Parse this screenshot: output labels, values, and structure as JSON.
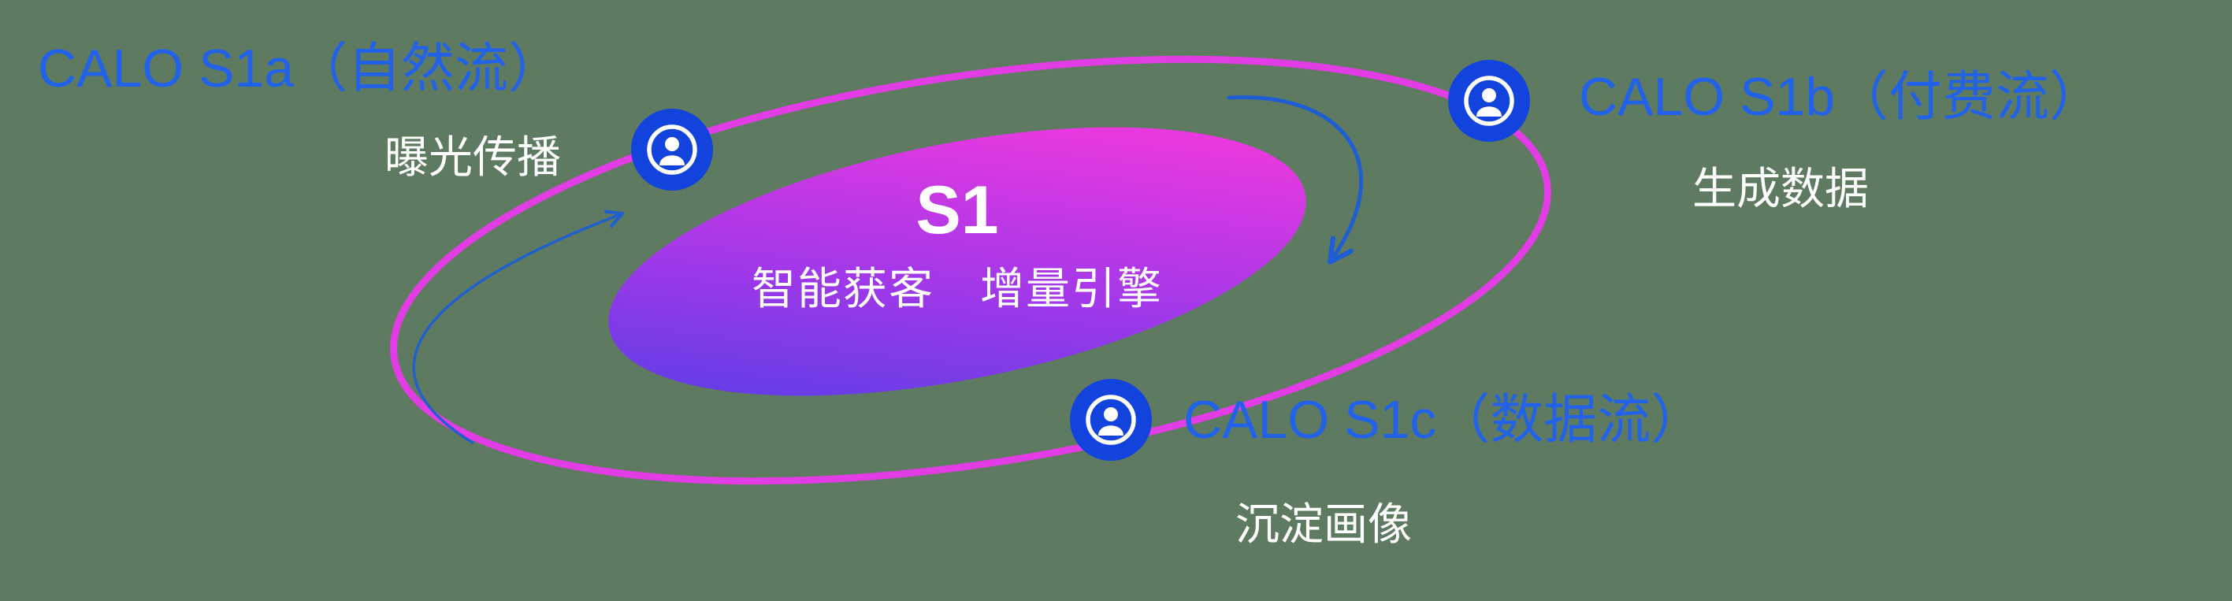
{
  "diagram": {
    "center": {
      "title": "S1",
      "subtitle": "智能获客　增量引擎"
    },
    "nodes": [
      {
        "id": "s1a",
        "label": "CALO S1a（自然流）",
        "sublabel": "曝光传播",
        "icon": "user-circle-icon"
      },
      {
        "id": "s1b",
        "label": "CALO S1b（付费流）",
        "sublabel": "生成数据",
        "icon": "user-circle-icon"
      },
      {
        "id": "s1c",
        "label": "CALO S1c（数据流）",
        "sublabel": "沉淀画像",
        "icon": "user-circle-icon"
      }
    ]
  },
  "colors": {
    "background": "#5e7b62",
    "label_blue": "#2162e8",
    "text_white": "#ffffff",
    "orbit_pink": "#e23ce4",
    "node_blue": "#1243dc",
    "arrow_blue": "#1e5ed2",
    "gradient_start": "#4a40e4",
    "gradient_mid": "#a138e9",
    "gradient_end": "#e839df"
  }
}
